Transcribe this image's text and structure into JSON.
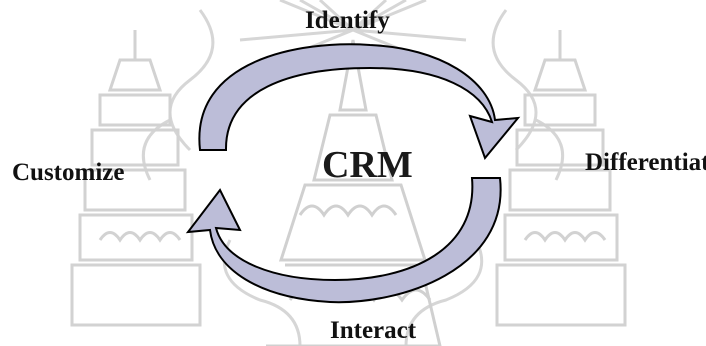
{
  "diagram": {
    "center": "CRM",
    "steps": {
      "top": "Identify",
      "right": "Differentiate",
      "bottom": "Interact",
      "left": "Customize"
    }
  },
  "watermark": {
    "description": "faded seal with stupa towers in background"
  },
  "colors": {
    "arrow_fill": "#bcbdd8",
    "arrow_outline": "#000000",
    "watermark": "#d3d3d3",
    "text": "#111111"
  }
}
